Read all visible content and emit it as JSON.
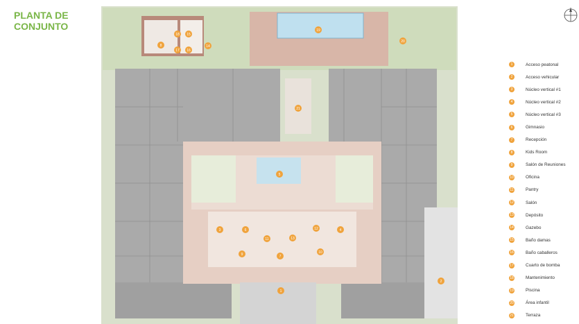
{
  "title": {
    "line1": "PLANTA DE",
    "line2": "CONJUNTO"
  },
  "colors": {
    "accent": "#f0a33c",
    "title": "#7ab648"
  },
  "compass_icon": "north-arrow-icon",
  "legend": [
    {
      "num": "1",
      "label": "Acceso peatonal"
    },
    {
      "num": "2",
      "label": "Acceso vehicular"
    },
    {
      "num": "3",
      "label": "Núcleo vertical #1"
    },
    {
      "num": "4",
      "label": "Núcleo vertical #2"
    },
    {
      "num": "5",
      "label": "Núcleo vertical #3"
    },
    {
      "num": "6",
      "label": "Gimnasio"
    },
    {
      "num": "7",
      "label": "Recepción"
    },
    {
      "num": "8",
      "label": "Kids Room"
    },
    {
      "num": "9",
      "label": "Salón de Reuniones"
    },
    {
      "num": "10",
      "label": "Oficina"
    },
    {
      "num": "11",
      "label": "Pantry"
    },
    {
      "num": "12",
      "label": "Salón"
    },
    {
      "num": "13",
      "label": "Depósito"
    },
    {
      "num": "14",
      "label": "Gazebo"
    },
    {
      "num": "15",
      "label": "Baño damas"
    },
    {
      "num": "16",
      "label": "Baño caballeros"
    },
    {
      "num": "17",
      "label": "Cuarto de bomba"
    },
    {
      "num": "18",
      "label": "Mantenimiento"
    },
    {
      "num": "19",
      "label": "Piscina"
    },
    {
      "num": "20",
      "label": "Área infantil"
    },
    {
      "num": "21",
      "label": "Terraza"
    }
  ],
  "markers": [
    "1",
    "2",
    "3",
    "4",
    "5",
    "6",
    "7",
    "8",
    "9",
    "10",
    "11",
    "12",
    "13",
    "14",
    "15",
    "16",
    "17",
    "18",
    "19",
    "20",
    "21"
  ]
}
